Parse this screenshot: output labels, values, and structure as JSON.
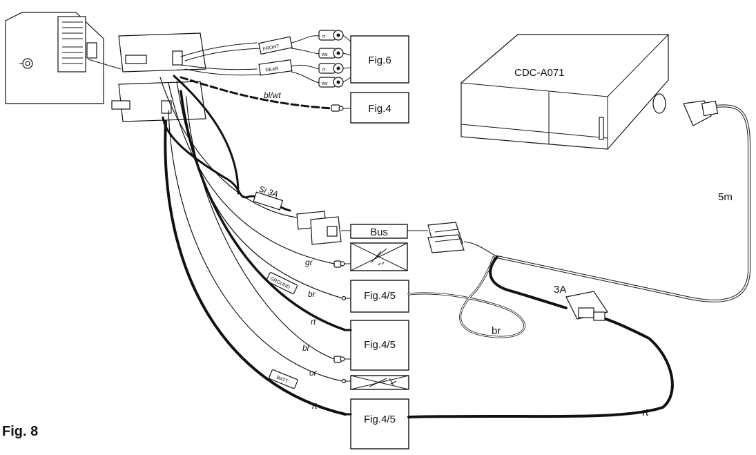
{
  "figure": {
    "title": "Fig. 8"
  },
  "device": {
    "name": "CDC-A071",
    "cable_length": "5m"
  },
  "boxes": {
    "fig6": "Fig.6",
    "fig4": "Fig.4",
    "bus": "Bus",
    "fig45_ground": "Fig.4/5",
    "fig45_mid": "Fig.4/5",
    "fig45_batt": "Fig.4/5"
  },
  "wire_labels": {
    "bl_wt": "bl/wt",
    "gr": "gr",
    "br_left": "br",
    "rt_mid": "rt",
    "bl": "bl",
    "or": "or",
    "rt_batt": "rt",
    "br_right": "br",
    "rt_right": "rt",
    "fuse_right": "3A"
  },
  "tags": {
    "front": "FRONT",
    "rear": "REAR",
    "ground": "GROUND",
    "batt": "BATT",
    "fuse_left": "Si 3A",
    "rca_rt_1": "rt",
    "rca_ws_1": "ws",
    "rca_rt_2": "rt",
    "rca_ws_2": "ws"
  }
}
